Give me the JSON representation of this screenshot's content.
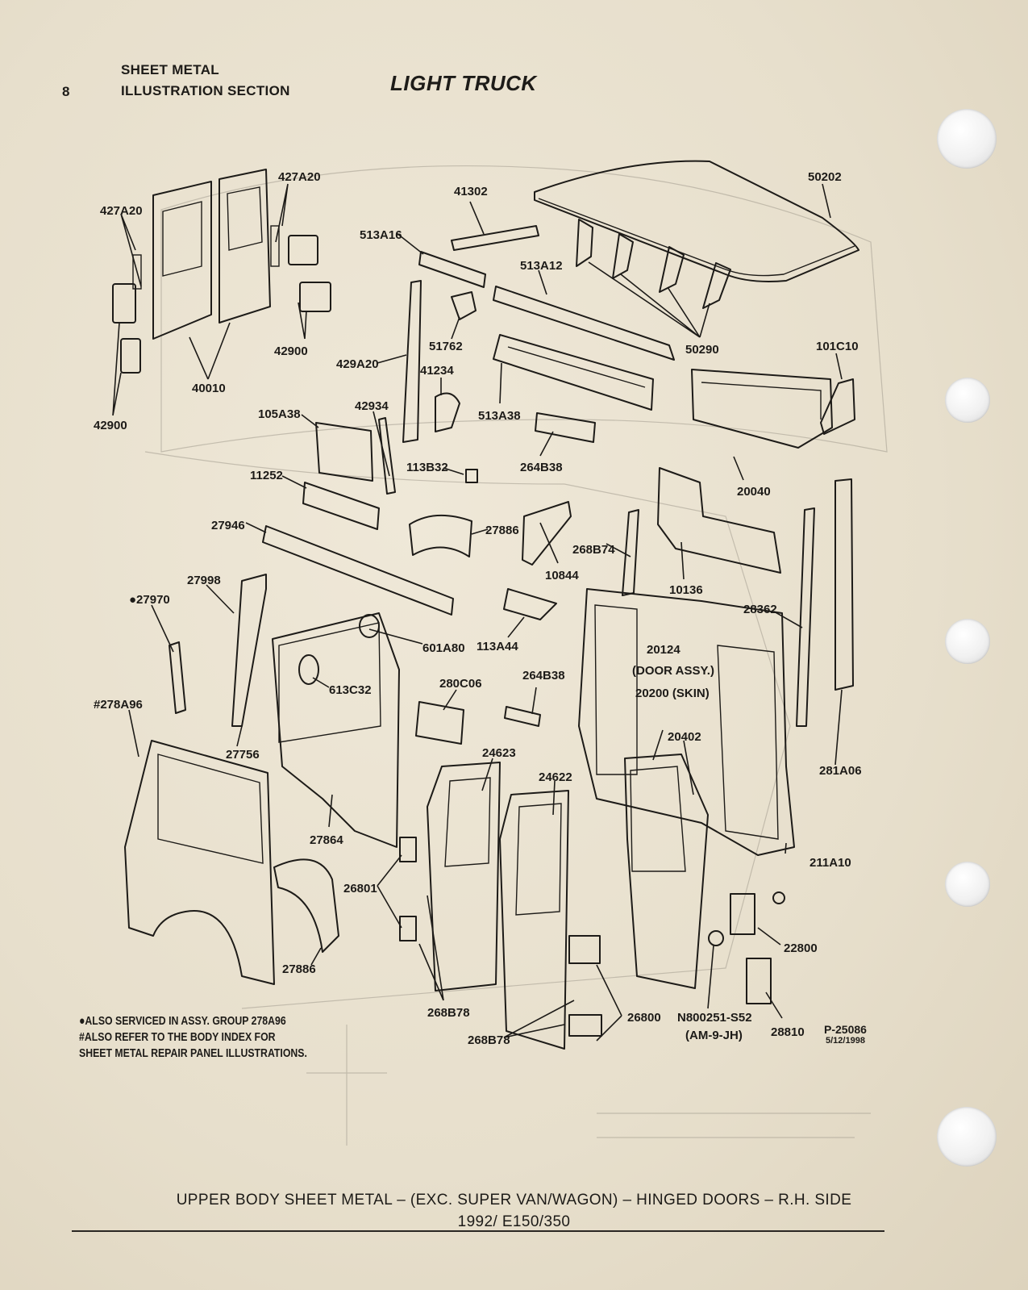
{
  "header": {
    "page_number": "8",
    "section_line1": "SHEET METAL",
    "section_line2": "ILLUSTRATION SECTION",
    "title": "LIGHT TRUCK"
  },
  "callouts": {
    "c50202": "50202",
    "c41302": "41302",
    "c513A16": "513A16",
    "c513A12": "513A12",
    "c427A20_r": "427A20",
    "c427A20_l": "427A20",
    "c42900_r": "42900",
    "c42900_l": "42900",
    "c40010": "40010",
    "c51762": "51762",
    "c50290": "50290",
    "c101C10": "101C10",
    "c429A20": "429A20",
    "c41234": "41234",
    "c513A38": "513A38",
    "c105A38": "105A38",
    "c42934": "42934",
    "c113B32": "113B32",
    "c264B38_t": "264B38",
    "c20040": "20040",
    "c11252": "11252",
    "c27946": "27946",
    "c27886_t": "27886",
    "c268B74": "268B74",
    "c10844": "10844",
    "c10136": "10136",
    "c27998": "27998",
    "c27970": "●27970",
    "c28362": "28362",
    "c601A80": "601A80",
    "c113A44": "113A44",
    "c613C32": "613C32",
    "c280C06": "280C06",
    "c264B38_b": "264B38",
    "c20124a": "20124",
    "c20124b": "(DOOR ASSY.)",
    "c20200": "20200 (SKIN)",
    "c278A96": "#278A96",
    "c27756": "27756",
    "c24623": "24623",
    "c24622": "24622",
    "c20402": "20402",
    "c281A06": "281A06",
    "c27864": "27864",
    "c211A10": "211A10",
    "c26801": "26801",
    "c22800": "22800",
    "c27886_b": "27886",
    "c268B78_a": "268B78",
    "c268B78_b": "268B78",
    "c26800": "26800",
    "c N800251a": "N800251-S52",
    "cN800251a": "N800251-S52",
    "cN800251b": "(AM-9-JH)",
    "c28810": "28810"
  },
  "notes": {
    "line1": "●ALSO SERVICED IN ASSY. GROUP 278A96",
    "line2": "#ALSO REFER TO THE BODY INDEX FOR",
    "line3": "SHEET METAL REPAIR PANEL ILLUSTRATIONS."
  },
  "plate_ref": {
    "id": "P-25086",
    "date": "5/12/1998"
  },
  "caption": {
    "line1": "UPPER BODY SHEET METAL – (EXC. SUPER VAN/WAGON) – HINGED DOORS – R.H. SIDE",
    "line2": "1992/ E150/350"
  }
}
